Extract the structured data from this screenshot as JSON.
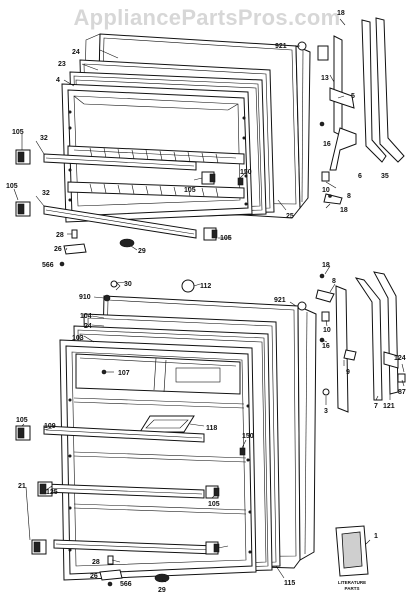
{
  "watermark": "AppliancePartsPros.com",
  "literature_label": "LITERATURE\nPARTS",
  "top_labels": {
    "l18a": "18",
    "l921a": "921",
    "l24a": "24",
    "l23": "23",
    "l4": "4",
    "l13": "13",
    "l5": "5",
    "l16a": "16",
    "l10a": "10",
    "l8a": "8",
    "l18b": "18",
    "l6": "6",
    "l35": "35",
    "l25": "25",
    "l150a": "150",
    "l105a": "105",
    "l105b": "105",
    "l105c": "105",
    "l105d": "105",
    "l32a": "32",
    "l32b": "32",
    "l28a": "28",
    "l26a": "26",
    "l566a": "566",
    "l29a": "29"
  },
  "bottom_labels": {
    "l30": "30",
    "l112": "112",
    "l910": "910",
    "l104": "104",
    "l24b": "24",
    "l921b": "921",
    "l103": "103",
    "l18c": "18",
    "l8b": "8",
    "l10b": "10",
    "l16b": "16",
    "l9": "9",
    "l3": "3",
    "l124": "124",
    "l87": "87",
    "l7": "7",
    "l121": "121",
    "l107": "107",
    "l118": "118",
    "l109": "109",
    "l105e": "105",
    "l105f": "105",
    "l150b": "150",
    "l21": "21",
    "l125": "125",
    "l28b": "28",
    "l26b": "26",
    "l566b": "566",
    "l29b": "29",
    "l115": "115",
    "l1": "1"
  },
  "colors": {
    "line": "#111111",
    "watermark": "#d7d7d7",
    "background": "#ffffff"
  }
}
